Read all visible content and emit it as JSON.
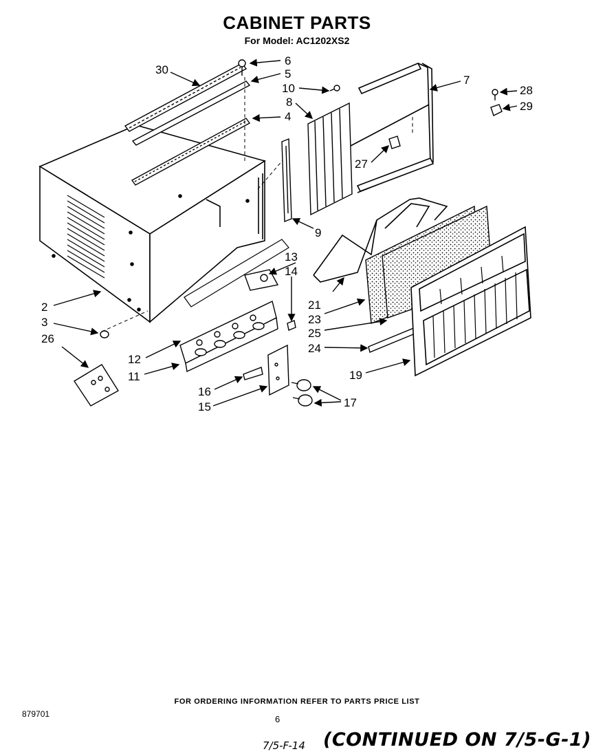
{
  "header": {
    "title": "CABINET PARTS",
    "subtitle": "For Model: AC1202XS2"
  },
  "callouts": [
    {
      "id": "p30",
      "text": "30"
    },
    {
      "id": "p6",
      "text": "6"
    },
    {
      "id": "p5",
      "text": "5"
    },
    {
      "id": "p10",
      "text": "10"
    },
    {
      "id": "p8",
      "text": "8"
    },
    {
      "id": "p4",
      "text": "4"
    },
    {
      "id": "p7",
      "text": "7"
    },
    {
      "id": "p28",
      "text": "28"
    },
    {
      "id": "p29",
      "text": "29"
    },
    {
      "id": "p27",
      "text": "27"
    },
    {
      "id": "p9",
      "text": "9"
    },
    {
      "id": "p13",
      "text": "13"
    },
    {
      "id": "p14",
      "text": "14"
    },
    {
      "id": "p2",
      "text": "2"
    },
    {
      "id": "p3",
      "text": "3"
    },
    {
      "id": "p26",
      "text": "26"
    },
    {
      "id": "p12",
      "text": "12"
    },
    {
      "id": "p11",
      "text": "11"
    },
    {
      "id": "p16",
      "text": "16"
    },
    {
      "id": "p15",
      "text": "15"
    },
    {
      "id": "p17",
      "text": "17"
    },
    {
      "id": "p21",
      "text": "21"
    },
    {
      "id": "p23",
      "text": "23"
    },
    {
      "id": "p25",
      "text": "25"
    },
    {
      "id": "p24",
      "text": "24"
    },
    {
      "id": "p19",
      "text": "19"
    }
  ],
  "footer": {
    "ordering_info": "FOR ORDERING INFORMATION REFER TO PARTS PRICE LIST",
    "doc_number": "879701",
    "page_number": "6",
    "handwritten_code": "7/5-F-14",
    "continued": "(CONTINUED ON 7/5-G-1)"
  }
}
